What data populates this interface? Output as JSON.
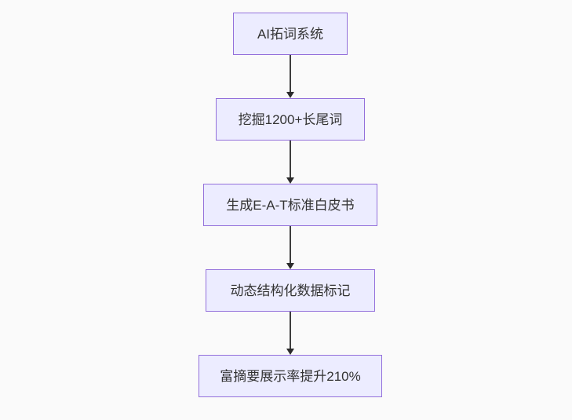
{
  "diagram": {
    "type": "flowchart",
    "direction": "top-down",
    "nodes": [
      {
        "id": "node-1",
        "label": "AI拓词系统"
      },
      {
        "id": "node-2",
        "label": "挖掘1200+长尾词"
      },
      {
        "id": "node-3",
        "label": "生成E-A-T标准白皮书"
      },
      {
        "id": "node-4",
        "label": "动态结构化数据标记"
      },
      {
        "id": "node-5",
        "label": "富摘要展示率提升210%"
      }
    ],
    "edges": [
      {
        "from": "node-1",
        "to": "node-2",
        "arrow": "down"
      },
      {
        "from": "node-2",
        "to": "node-3",
        "arrow": "down"
      },
      {
        "from": "node-3",
        "to": "node-4",
        "arrow": "down"
      },
      {
        "from": "node-4",
        "to": "node-5",
        "arrow": "down"
      }
    ],
    "colors": {
      "node_fill": "#ECECFF",
      "node_border": "#9370DB",
      "node_text": "#333333",
      "arrow": "#3d3d3d",
      "background": "#fafafa"
    }
  }
}
